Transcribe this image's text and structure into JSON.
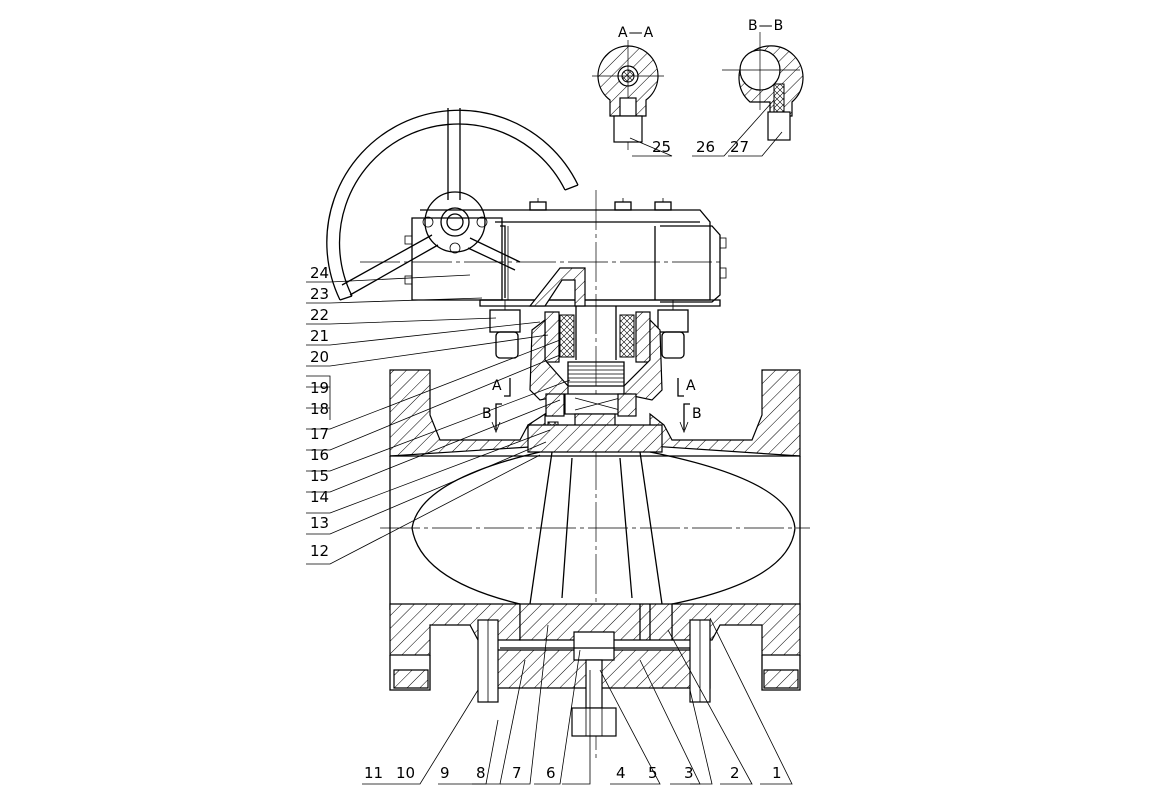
{
  "section_labels": {
    "aa": "A—A",
    "bb": "B—B",
    "a_mark": "A",
    "b_mark": "B"
  },
  "left_labels": [
    "24",
    "23",
    "22",
    "21",
    "20",
    "19",
    "18",
    "17",
    "16",
    "15",
    "14",
    "13",
    "12"
  ],
  "bottom_labels": [
    "11",
    "10",
    "9",
    "8",
    "7",
    "6",
    "4",
    "5",
    "3",
    "2",
    "1"
  ],
  "top_labels": [
    "25",
    "26",
    "27"
  ]
}
